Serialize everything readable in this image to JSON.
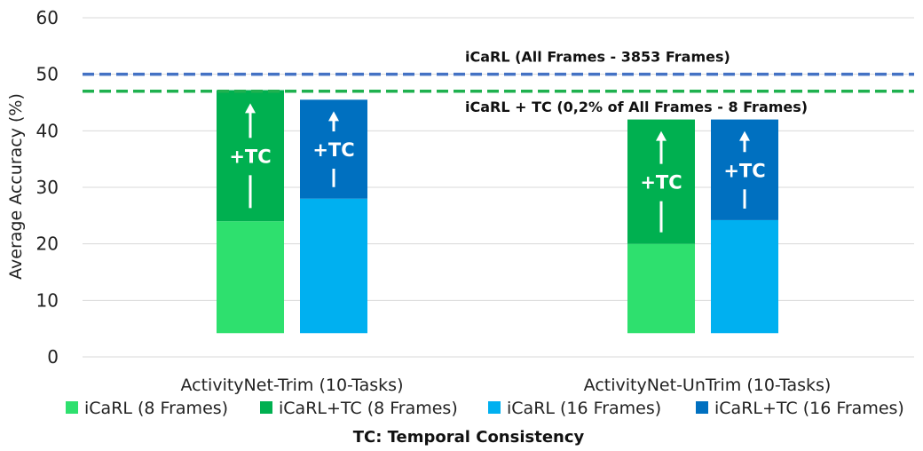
{
  "chart_data": {
    "type": "bar",
    "stacked": true,
    "ylabel": "Average Accuracy (%)",
    "ylim": [
      0,
      60
    ],
    "yticks": [
      0,
      10,
      20,
      30,
      40,
      50,
      60
    ],
    "grid": true,
    "legend_position": "bottom",
    "categories": [
      "ActivityNet-Trim (10-Tasks)",
      "ActivityNet-UnTrim (10-Tasks)"
    ],
    "bars": [
      {
        "category_index": 0,
        "base": {
          "name": "iCaRL (8 Frames)",
          "from": 4.2,
          "to": 24.0
        },
        "gain": {
          "name": "iCaRL+TC (8 Frames)",
          "from": 24.0,
          "to": 47.2
        },
        "annotation": "+TC"
      },
      {
        "category_index": 0,
        "base": {
          "name": "iCaRL (16 Frames)",
          "from": 4.2,
          "to": 28.0
        },
        "gain": {
          "name": "iCaRL+TC (16 Frames)",
          "from": 28.0,
          "to": 45.5
        },
        "annotation": "+TC"
      },
      {
        "category_index": 1,
        "base": {
          "name": "iCaRL (8 Frames)",
          "from": 4.2,
          "to": 20.0
        },
        "gain": {
          "name": "iCaRL+TC (8 Frames)",
          "from": 20.0,
          "to": 42.0
        },
        "annotation": "+TC"
      },
      {
        "category_index": 1,
        "base": {
          "name": "iCaRL (16 Frames)",
          "from": 4.2,
          "to": 24.2
        },
        "gain": {
          "name": "iCaRL+TC (16 Frames)",
          "from": 24.2,
          "to": 42.0
        },
        "annotation": "+TC"
      }
    ],
    "reference_lines": [
      {
        "label": "iCaRL (All Frames - 3853 Frames)",
        "value": 50.0,
        "color": "#4472C4",
        "style": "dashed"
      },
      {
        "label": "iCaRL + TC (0,2% of All Frames - 8 Frames)",
        "value": 47.0,
        "color": "#1FB14F",
        "style": "dashed"
      }
    ],
    "legend": [
      {
        "label": "iCaRL (8 Frames)",
        "color": "#2EE06E"
      },
      {
        "label": "iCaRL+TC (8 Frames)",
        "color": "#00B050"
      },
      {
        "label": "iCaRL (16 Frames)",
        "color": "#00B0F0"
      },
      {
        "label": "iCaRL+TC (16 Frames)",
        "color": "#0070C0"
      }
    ],
    "footnote": "TC: Temporal Consistency"
  }
}
